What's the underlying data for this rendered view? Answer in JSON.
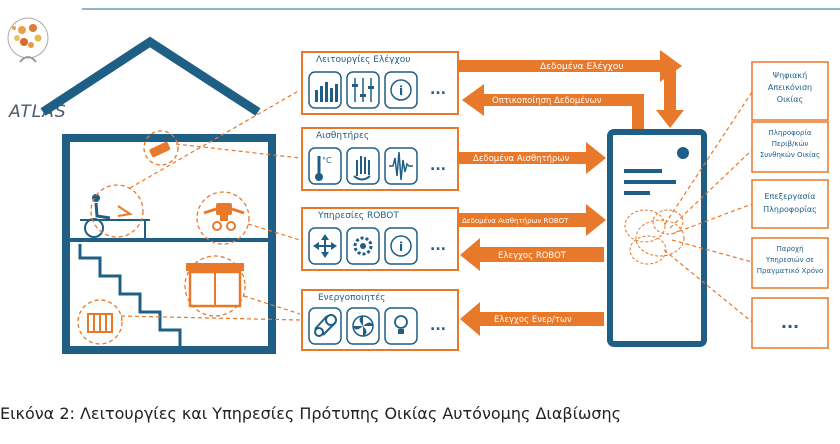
{
  "logo": {
    "text": "ATLAS"
  },
  "top_rule_color": "#6aa0b4",
  "colors": {
    "navy": "#1f5f86",
    "orange": "#e8782a",
    "orange_light": "#f2a25e"
  },
  "panels": [
    {
      "title": "Λειτουργίες Ελέγχου",
      "icons": [
        "bar-chart-icon",
        "sliders-icon",
        "info-icon"
      ],
      "more": "..."
    },
    {
      "title": "Αισθητήρες",
      "icons": [
        "thermometer-icon",
        "hand-wave-icon",
        "waveform-icon"
      ],
      "more": "..."
    },
    {
      "title": "Υπηρεσίες ROBOT",
      "icons": [
        "move-arrows-icon",
        "robot-gear-icon",
        "info-icon"
      ],
      "more": "..."
    },
    {
      "title": "Ενεργοποιητές",
      "icons": [
        "motor-icon",
        "fan-icon",
        "lightbulb-icon"
      ],
      "more": "..."
    }
  ],
  "arrows": {
    "control_data": "Δεδομένα Ελέγχου",
    "data_visualization": "Οπτικοποίηση Δεδομένων",
    "sensor_data": "Δεδομένα Αισθητήρων",
    "robot_sensor_data": "Δεδομένα Αισθητήρων ROBOT",
    "robot_control": "Ελεγχος ROBOT",
    "actuator_control": "Ελεγχος Ενερ/των"
  },
  "services": [
    {
      "lines": [
        "Ψηφιακή",
        "Απεικόνιση",
        "Οικίας"
      ]
    },
    {
      "lines": [
        "Πληροφορία",
        "Περιβ/κών",
        "Συνθηκών Οικίας"
      ]
    },
    {
      "lines": [
        "Επεξεργασία",
        "Πληροφορίας"
      ]
    },
    {
      "lines": [
        "Παροχή",
        "Υπηρεσιών σε",
        "Πραγματικό Χρόνο"
      ]
    },
    {
      "lines": [
        "..."
      ]
    }
  ],
  "caption": "Εικόνα 2: Λειτουργίες και Υπηρεσίες Πρότυπης Οικίας Αυτόνομης Διαβίωσης"
}
